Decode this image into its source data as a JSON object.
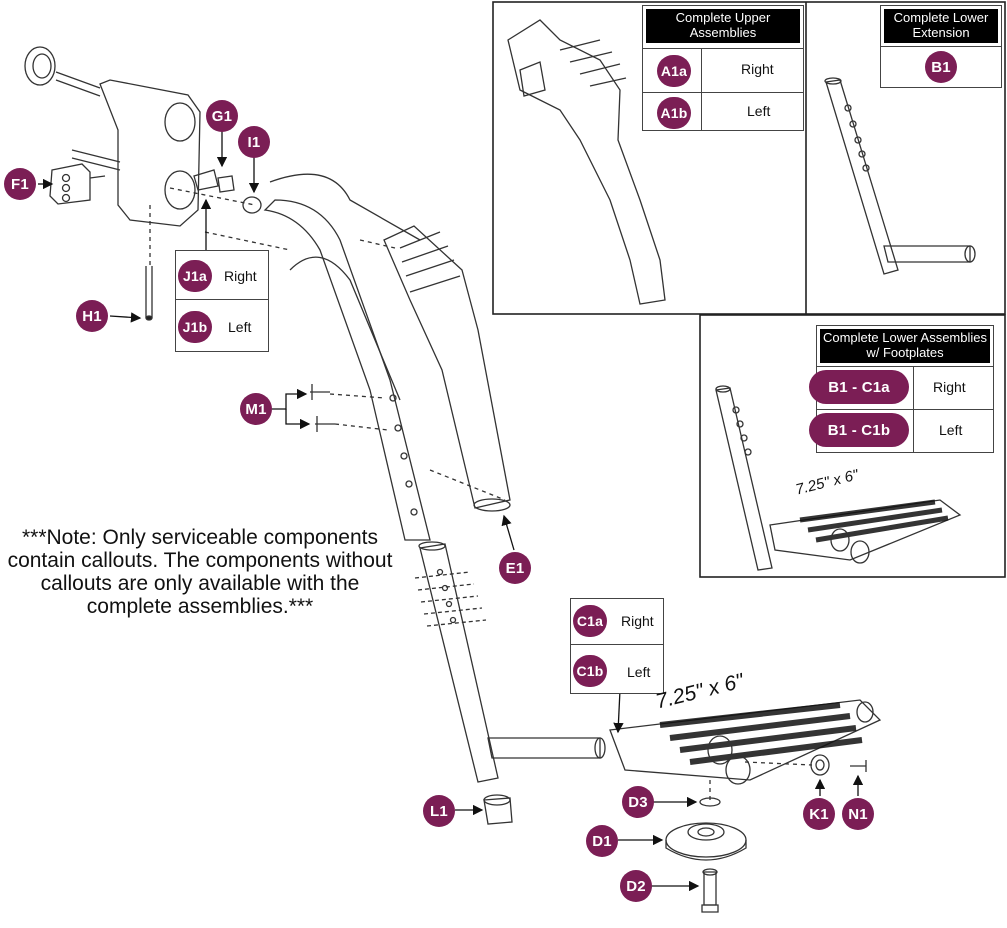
{
  "upper_assemblies": {
    "header": "Complete Upper Assemblies",
    "rows": [
      {
        "code": "A1a",
        "side": "Right"
      },
      {
        "code": "A1b",
        "side": "Left"
      }
    ]
  },
  "lower_extension": {
    "header": "Complete Lower Extension",
    "code": "B1"
  },
  "lower_assemblies": {
    "header": "Complete Lower Assemblies w/ Footplates",
    "rows": [
      {
        "code": "B1 - C1a",
        "side": "Right"
      },
      {
        "code": "B1 - C1b",
        "side": "Left"
      }
    ],
    "dimension": "7.25\" x 6\""
  },
  "callouts": {
    "F1": "F1",
    "G1": "G1",
    "I1": "I1",
    "H1": "H1",
    "M1": "M1",
    "E1": "E1",
    "L1": "L1",
    "D1": "D1",
    "D2": "D2",
    "D3": "D3",
    "K1": "K1",
    "N1": "N1"
  },
  "j_table": {
    "rows": [
      {
        "code": "J1a",
        "side": "Right"
      },
      {
        "code": "J1b",
        "side": "Left"
      }
    ]
  },
  "c_table": {
    "rows": [
      {
        "code": "C1a",
        "side": "Right"
      },
      {
        "code": "C1b",
        "side": "Left"
      }
    ]
  },
  "footplate_dimension": "7.25\" x 6\"",
  "note": "***Note: Only serviceable components contain callouts. The components without callouts are only available with the complete assemblies.***",
  "colors": {
    "badge": "#7b1e55",
    "header": "#000000",
    "line": "#222222"
  }
}
